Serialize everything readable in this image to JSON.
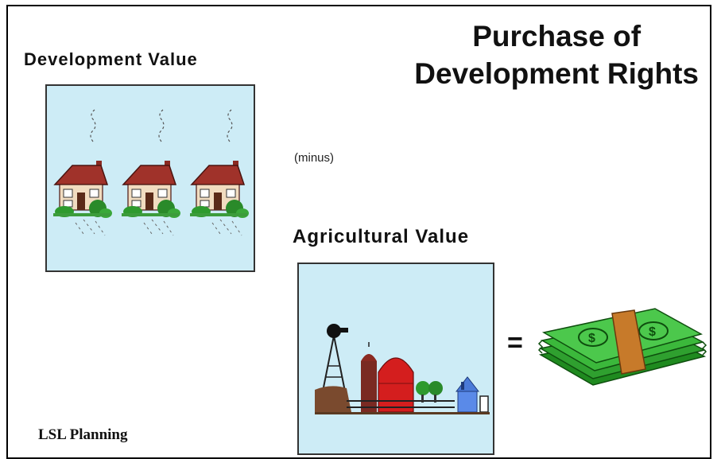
{
  "slide": {
    "title_line1": "Purchase of",
    "title_line2": "Development Rights",
    "development_label": "Development Value",
    "minus_text": "(minus)",
    "agricultural_label": "Agricultural Value",
    "equals_text": "=",
    "credit": "LSL Planning"
  },
  "colors": {
    "panel_background": "#cdecf6",
    "house_roof": "#a0322a",
    "barn": "#d41e1e",
    "money": "#2fa02f",
    "money_band": "#c77a2a"
  },
  "icons": [
    "houses-icon",
    "farm-icon",
    "money-stack-icon"
  ]
}
